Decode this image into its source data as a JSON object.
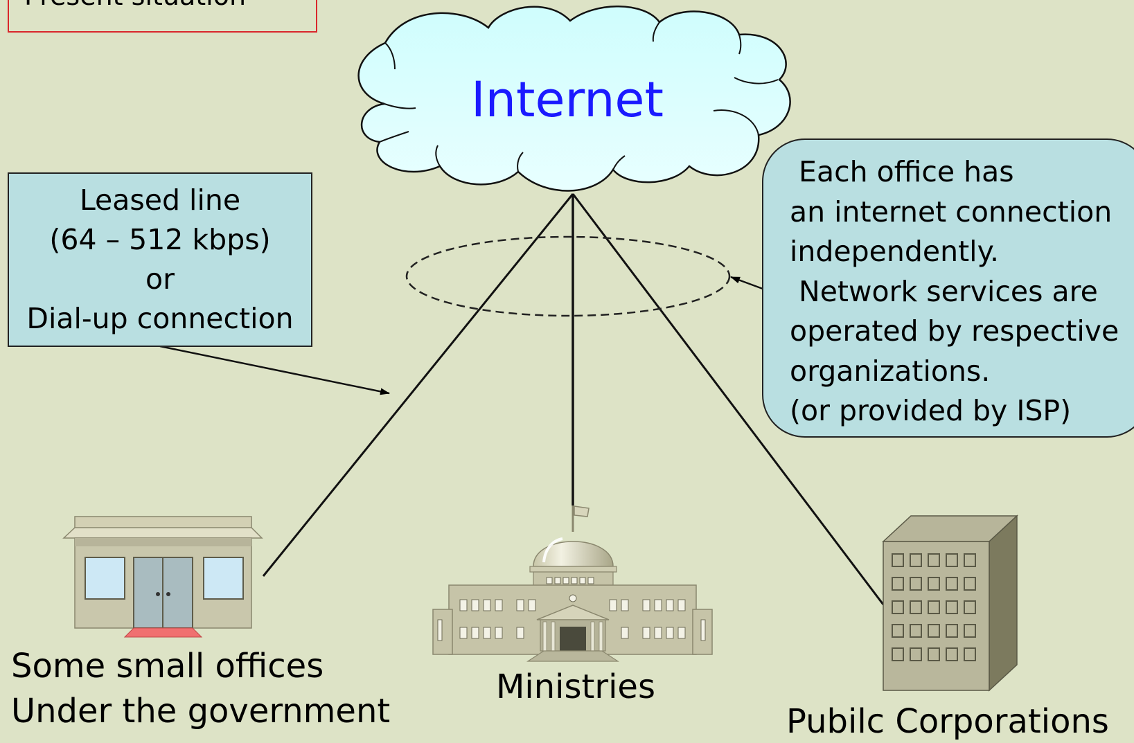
{
  "title": "Present situation",
  "cloud": {
    "label": "Internet"
  },
  "leased_box": {
    "lines": [
      "Leased line",
      "(64 – 512 kbps)",
      "or",
      "Dial-up connection"
    ]
  },
  "info_box": {
    "lines": [
      " Each office has",
      "an internet connection",
      "independently.",
      " Network services are",
      "operated by respective",
      "organizations.",
      "(or provided by ISP)"
    ]
  },
  "nodes": {
    "small_offices": [
      "Some small offices",
      "Under the government"
    ],
    "ministries": "Ministries",
    "public_corporations": "Pubilc Corporations"
  },
  "colors": {
    "background": "#dde3c6",
    "callout_fill": "#b9dfe1",
    "cloud_fill": "#cffdfd",
    "internet_text": "#1a1aff",
    "title_border": "#d9262b"
  }
}
